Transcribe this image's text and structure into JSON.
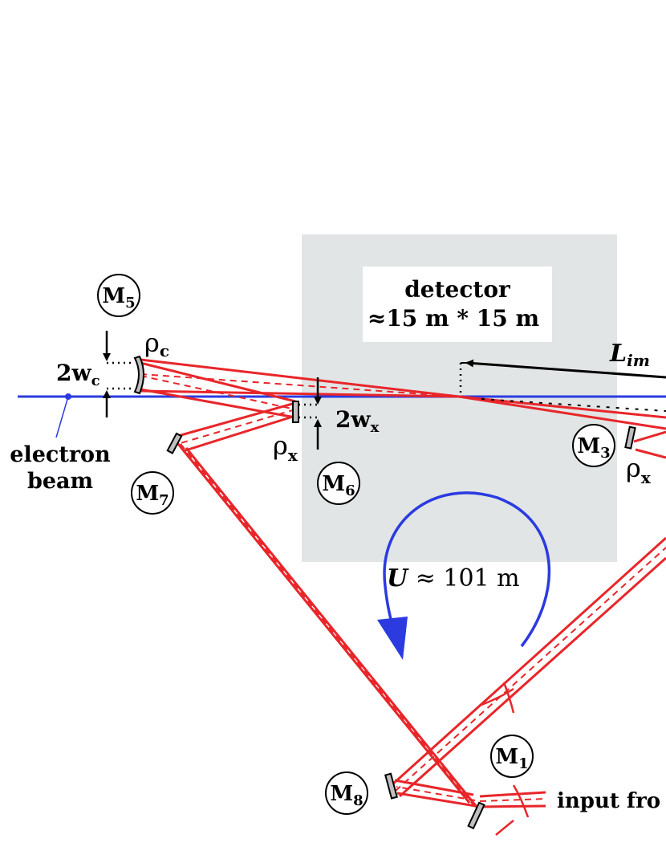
{
  "detector": {
    "title": "detector",
    "size": "≈15 m * 15 m"
  },
  "mirrors": {
    "m1": {
      "label": "M",
      "sub": "1"
    },
    "m3": {
      "label": "M",
      "sub": "3"
    },
    "m5": {
      "label": "M",
      "sub": "5"
    },
    "m6": {
      "label": "M",
      "sub": "6"
    },
    "m7": {
      "label": "M",
      "sub": "7"
    },
    "m8": {
      "label": "M",
      "sub": "8"
    }
  },
  "labels": {
    "rho_c": {
      "sym": "ρ",
      "sub": "c"
    },
    "rho_x_left": {
      "sym": "ρ",
      "sub": "x"
    },
    "rho_x_right": {
      "sym": "ρ",
      "sub": "x"
    },
    "waist_c": {
      "text": "2w",
      "sub": "c"
    },
    "waist_x": {
      "text": "2w",
      "sub": "x"
    },
    "electron_beam_1": "electron",
    "electron_beam_2": "beam",
    "length": {
      "sym": "L",
      "sub": "im"
    },
    "circumference": {
      "sym": "U",
      "rest": " ≈ 101 m"
    },
    "input": "input fro"
  },
  "colors": {
    "laser": "#e8262a",
    "electron_beam": "#2b3be0",
    "detector_bg": "#e1e5e5",
    "mirror_fill": "#bfbfbf",
    "arrow": "#000000"
  }
}
